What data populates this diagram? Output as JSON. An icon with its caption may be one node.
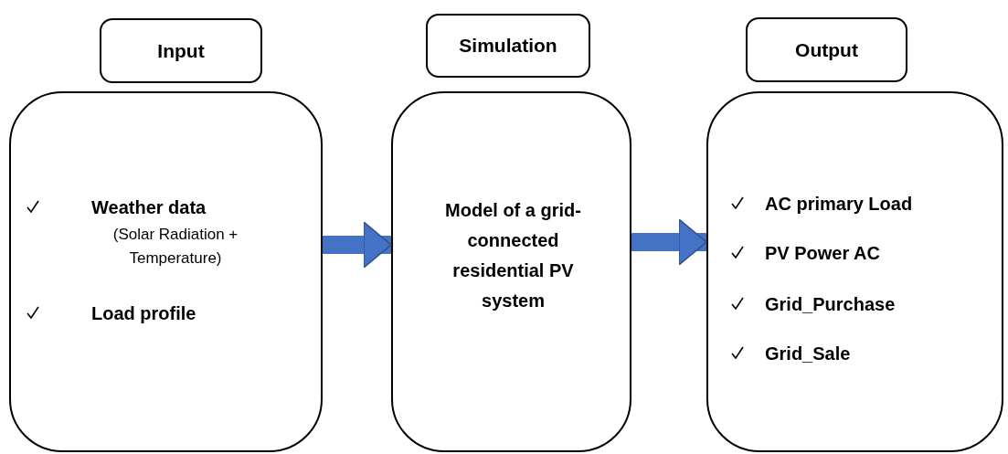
{
  "diagram": {
    "nodes": [
      {
        "text": [
          "Input"
        ]
      },
      {
        "text": [
          "Simulation"
        ]
      },
      {
        "text": [
          "Output"
        ]
      },
      {
        "text": [
          "Weather data",
          "(Solar Radiation + Temperature)",
          "Load profile"
        ]
      },
      {
        "text": [
          "Model of a grid-connected residential PV system"
        ]
      },
      {
        "text": [
          "AC primary Load",
          "PV Power AC",
          "Grid_Purchase",
          "Grid_Sale"
        ]
      }
    ],
    "edges": [
      {
        "from": 3,
        "to": 4,
        "arrow": "to"
      },
      {
        "from": 4,
        "to": 5,
        "arrow": "to"
      }
    ]
  }
}
